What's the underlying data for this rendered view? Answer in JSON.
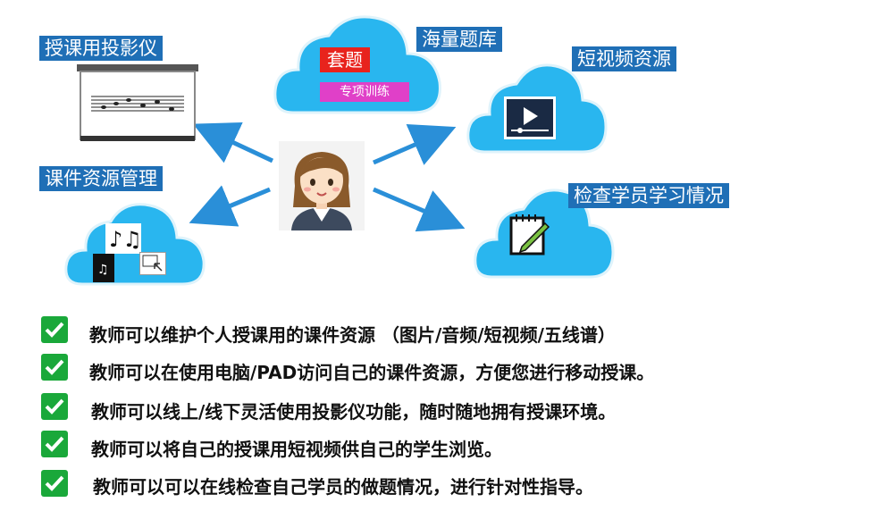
{
  "diagram": {
    "labels": {
      "projector": "授课用投影仪",
      "courseware": "课件资源管理",
      "question_bank": "海量题库",
      "short_video": "短视频资源",
      "check_students": "检查学员学习情况"
    },
    "question_bank_items": {
      "set": "套题",
      "special": "专项训练"
    }
  },
  "features": [
    "教师可以维护个人授课用的课件资源 （图片/音频/短视频/五线谱）",
    "教师可以在使用电脑/PAD访问自己的课件资源，方便您进行移动授课。",
    "教师可以线上/线下灵活使用投影仪功能，随时随地拥有授课环境。",
    "教师可以将自己的授课用短视频供自己的学生浏览。",
    "教师可以可以在线检查自己学员的做题情况，进行针对性指导。"
  ],
  "colors": {
    "tag_bg": "#1f6fb6",
    "cloud": "#29b6ef",
    "arrow": "#2a8fd8",
    "check": "#1aa83a",
    "set_bg": "#e8231d",
    "special_bg": "#e040c8"
  }
}
